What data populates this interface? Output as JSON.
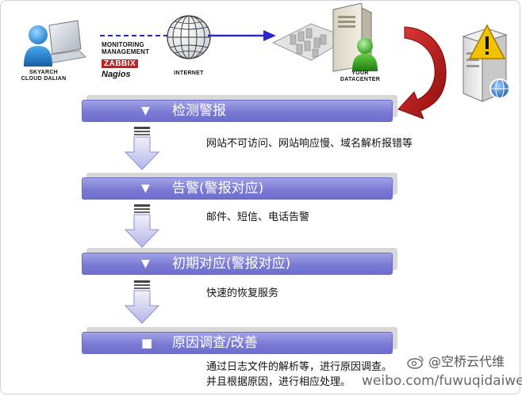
{
  "top": {
    "client_label_1": "SKYARCH",
    "client_label_2": "CLOUD DALIAN",
    "monitoring_line_1": "MONITORING",
    "monitoring_line_2": "MANAGEMENT",
    "zabbix": "ZABBIX",
    "nagios": "Nagios",
    "internet_label": "INTERNET",
    "datacenter_label_1": "YOUR",
    "datacenter_label_2": "DATACENTER"
  },
  "steps": [
    {
      "marker": "▼",
      "title": "检测警报",
      "note": "网站不可访问、网站响应慢、域名解析报错等"
    },
    {
      "marker": "▼",
      "title": "告警(警报对应)",
      "note": "邮件、短信、电话告警"
    },
    {
      "marker": "▼",
      "title": "初期对应(警报对应)",
      "note": "快速的恢复服务"
    },
    {
      "marker": "■",
      "title": "原因调查/改善",
      "note": "通过日志文件的解析等，进行原因调查。",
      "note2": "并且根据原因，进行相应处理。"
    }
  ],
  "watermark": {
    "brand": "@空桥云代维",
    "url": "weibo.com/fuwuqidaiwei"
  },
  "colors": {
    "bar": "#7b7bd6",
    "arrow_blue": "#2a2ac4",
    "curved_arrow": "#b51212",
    "warning": "#f2c200"
  }
}
